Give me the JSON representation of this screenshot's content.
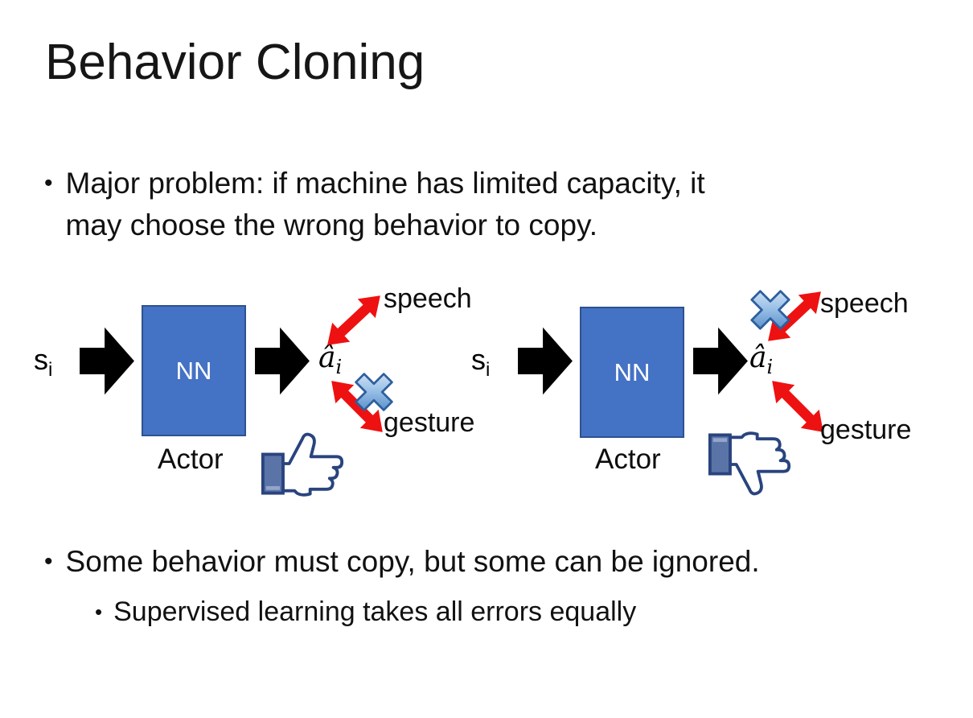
{
  "slide": {
    "title": "Behavior Cloning",
    "bullet_char": "•",
    "bullet1": {
      "line1": "Major problem: if machine has limited capacity, it",
      "line2": "may choose the wrong behavior to copy."
    },
    "bullet2": "Some behavior must copy, but some can be ignored.",
    "bullet2_sub": "Supervised learning takes all errors equally"
  },
  "diagram": {
    "left": {
      "input_label": "s",
      "input_sub": "i",
      "nn_label": "NN",
      "output_label": "â",
      "output_sub": "i",
      "actor_label": "Actor",
      "speech_label": "speech",
      "gesture_label": "gesture",
      "crossed_out": "gesture",
      "feedback_icon": "thumbs-up"
    },
    "right": {
      "input_label": "s",
      "input_sub": "i",
      "nn_label": "NN",
      "output_label": "â",
      "output_sub": "i",
      "actor_label": "Actor",
      "speech_label": "speech",
      "gesture_label": "gesture",
      "crossed_out": "speech",
      "feedback_icon": "thumbs-down"
    }
  },
  "colors": {
    "nn_fill": "#4472C4",
    "nn_border": "#2F528F",
    "block_arrow": "#000000",
    "red_arrow": "#EE1111",
    "cross_blue": "#3D7CC0",
    "thumb_outline": "#29447E",
    "thumb_sleeve": "#5B74A8",
    "background": "#FFFFFF",
    "text": "#111111"
  }
}
